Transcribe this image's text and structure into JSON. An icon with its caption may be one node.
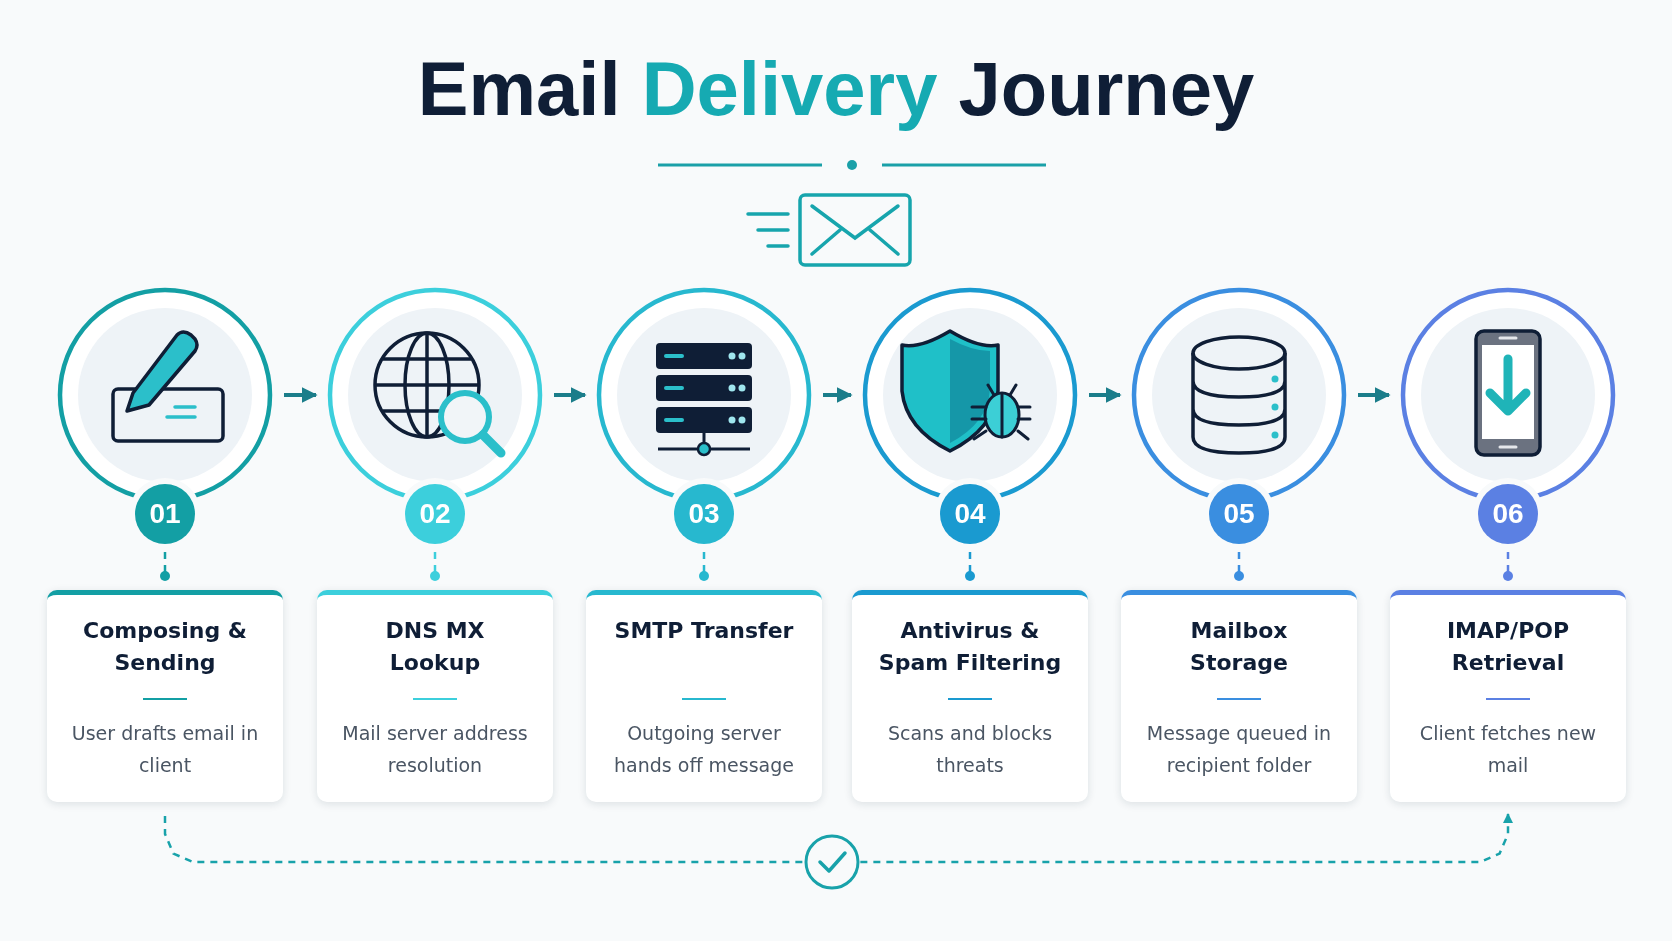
{
  "diagram": {
    "title": "Email **Delivery** Journey",
    "nodes": [
      {
        "text": [
          "01"
        ]
      },
      {
        "text": [
          "02"
        ]
      },
      {
        "text": [
          "03"
        ]
      },
      {
        "text": [
          "04"
        ]
      },
      {
        "text": [
          "05"
        ]
      },
      {
        "text": [
          "06"
        ]
      },
      {
        "text": [
          "Composing & Sending",
          "User drafts email in client"
        ]
      },
      {
        "text": [
          "DNS MX Lookup",
          "Mail server address resolution"
        ]
      },
      {
        "text": [
          "SMTP Transfer",
          "Outgoing server hands off message"
        ]
      },
      {
        "text": [
          "Antivirus & Spam Filtering",
          "Scans and blocks threats"
        ]
      },
      {
        "text": [
          "Mailbox Storage",
          "Message queued in recipient folder"
        ]
      },
      {
        "text": [
          "IMAP/POP Retrieval",
          "Client fetches new mail"
        ]
      }
    ],
    "edges": [
      {
        "from": 0,
        "to": 1,
        "arrow": "to"
      },
      {
        "from": 1,
        "to": 2,
        "arrow": "to"
      },
      {
        "from": 2,
        "to": 3,
        "arrow": "to"
      },
      {
        "from": 3,
        "to": 4,
        "arrow": "to"
      },
      {
        "from": 4,
        "to": 5,
        "arrow": "to"
      },
      {
        "from": 0,
        "to": 6,
        "arrow": "other",
        "style": "dashed"
      },
      {
        "from": 1,
        "to": 7,
        "arrow": "other",
        "style": "dashed"
      },
      {
        "from": 2,
        "to": 8,
        "arrow": "other",
        "style": "dashed"
      },
      {
        "from": 3,
        "to": 9,
        "arrow": "other",
        "style": "dashed"
      },
      {
        "from": 4,
        "to": 10,
        "arrow": "other",
        "style": "dashed"
      },
      {
        "from": 5,
        "to": 11,
        "arrow": "other",
        "style": "dashed"
      },
      {
        "from": 6,
        "to": 11,
        "arrow": "to",
        "style": "dashed"
      }
    ]
  }
}
